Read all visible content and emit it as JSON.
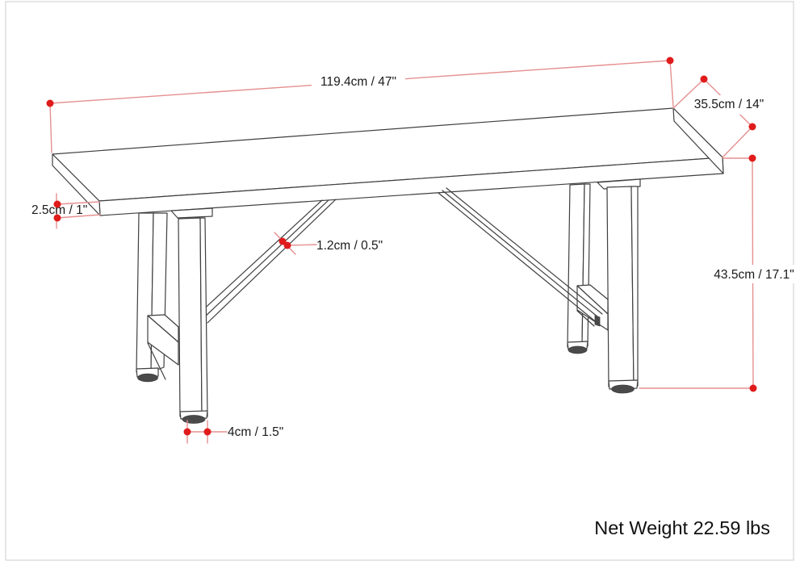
{
  "diagram": {
    "type": "product-dimension-diagram",
    "product": "trestle bench line drawing",
    "dimensions": {
      "length": "119.4cm / 47\"",
      "depth": "35.5cm / 14\"",
      "thickness": "2.5cm / 1\"",
      "brace_thickness": "1.2cm / 0.5\"",
      "height": "43.5cm / 17.1\"",
      "foot_width": "4cm / 1.5\""
    },
    "net_weight": "Net Weight 22.59 lbs",
    "colors": {
      "dot_red": "#e01b1b",
      "dimension_line_red": "#e59090",
      "outline_gray": "#3f3f3f",
      "border_gray": "#cccccc",
      "background": "#ffffff"
    }
  }
}
